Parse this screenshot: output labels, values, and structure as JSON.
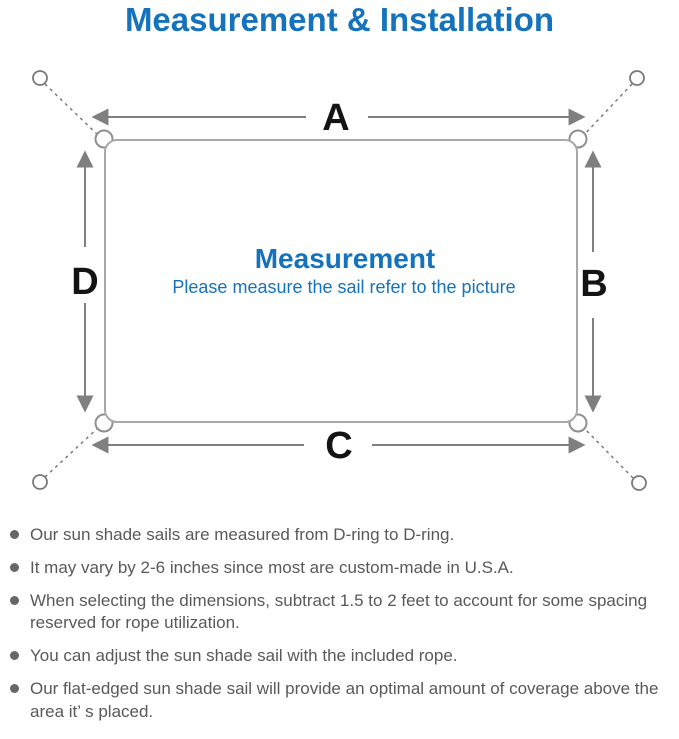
{
  "page": {
    "title": "Measurement & Installation"
  },
  "colors": {
    "accent_blue": "#1573bd",
    "arrow_gray": "#7f7f7f",
    "sail_border_gray": "#a8a8a8",
    "note_text_gray": "#595959"
  },
  "icons": {
    "bullet": "filled-circle",
    "anchor_point": "open-circle",
    "d_ring": "half-ring-bump",
    "dimension_arrow": "double-headed-arrow",
    "tether": "dashed-line"
  },
  "diagram": {
    "labels": {
      "top": "A",
      "right": "B",
      "bottom": "C",
      "left": "D"
    },
    "center_title": "Measurement",
    "center_subtitle": "Please measure the sail refer to the picture"
  },
  "notes": {
    "items": [
      "Our sun shade sails are measured from D-ring to D-ring.",
      "It may vary by 2-6 inches since most are custom-made in U.S.A.",
      "When selecting the dimensions, subtract 1.5 to 2 feet to account for some spacing reserved for rope utilization.",
      "You can adjust the sun shade sail with the included rope.",
      "Our flat-edged sun shade sail will provide an optimal amount of coverage above the area it’ s placed."
    ]
  }
}
